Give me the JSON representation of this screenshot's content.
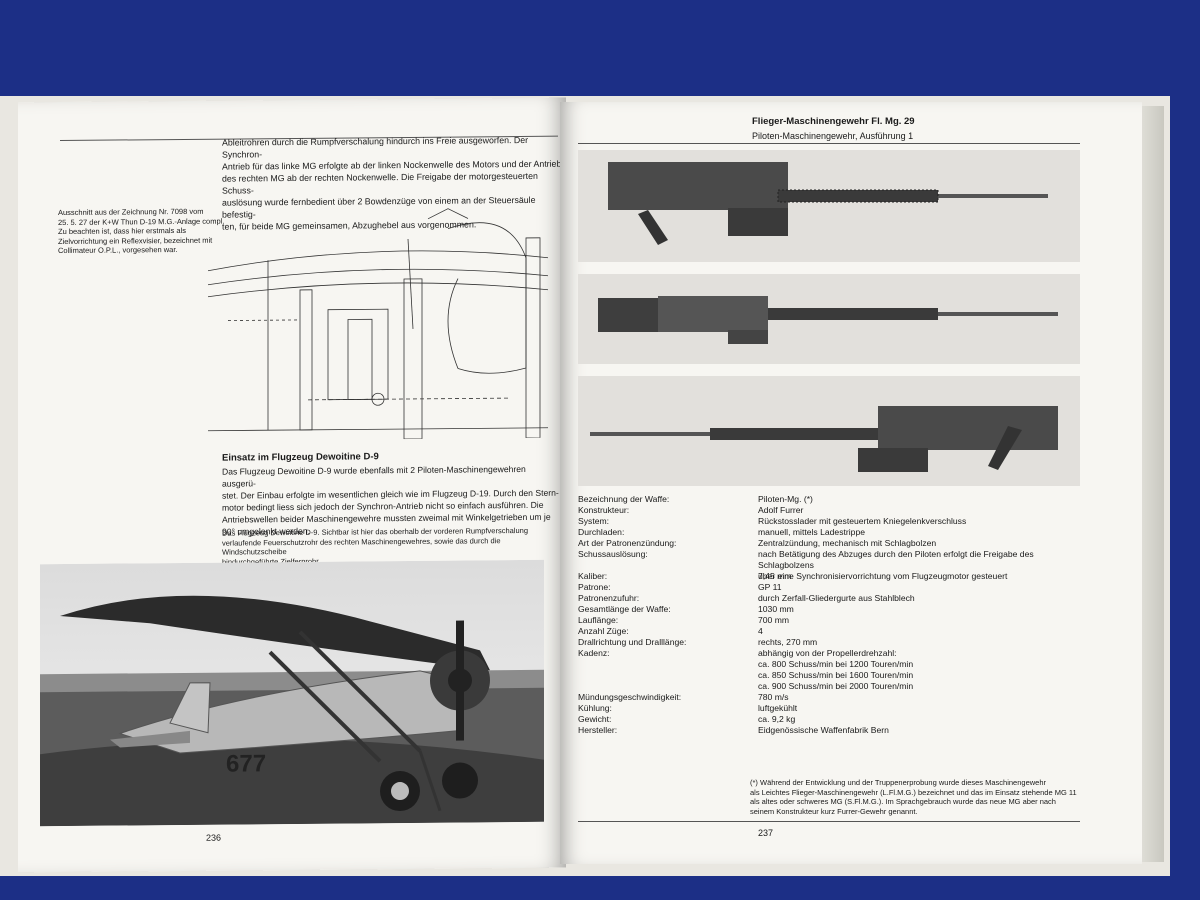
{
  "left_page": {
    "intro_paragraph": "Ableitrohren durch die Rumpfverschalung hindurch ins Freie ausgeworfen. Der Synchron-\nAntrieb für das linke MG erfolgte ab der linken Nockenwelle des Motors und der Antrieb\ndes rechten MG ab der rechten Nockenwelle. Die Freigabe der motorgesteuerten Schuss-\nauslösung wurde fernbedient über 2 Bowdenzüge von einem an der Steuersäule befestig-\nten, für beide MG gemeinsamen, Abzughebel aus vorgenommen.",
    "drawing_caption": "Ausschnitt aus der Zeichnung Nr. 7098 vom\n25. 5. 27 der K+W Thun D-19 M.G.-Anlage compl.\nZu beachten ist, dass hier erstmals als\nZielvorrichtung ein Reflexvisier, bezeichnet mit\nCollimateur O.P.L., vorgesehen war.",
    "section_heading": "Einsatz im Flugzeug Dewoitine D-9",
    "section_paragraph": "Das Flugzeug Dewoitine D-9 wurde ebenfalls mit 2 Piloten-Maschinengewehren ausgerü-\nstet. Der Einbau erfolgte im wesentlichen gleich wie im Flugzeug D-19. Durch den Stern-\nmotor bedingt liess sich jedoch der Synchron-Antrieb nicht so einfach ausführen. Die\nAntriebswellen beider Maschinengewehre mussten zweimal mit Winkelgetrieben um je\n90° umgelenkt werden.",
    "photo_caption": "Das Flugzeug Dewoitine D-9. Sichtbar ist hier das oberhalb der vorderen Rumpfverschalung\nverlaufende Feuerschutzrohr des rechten Maschinengewehres, sowie das durch die Windschutzscheibe\nhindurchgeführte Zielfernrohr.",
    "aircraft_number": "677",
    "page_number": "236"
  },
  "right_page": {
    "title": "Flieger-Maschinengewehr Fl. Mg. 29",
    "subtitle": "Piloten-Maschinengewehr, Ausführung 1",
    "specs": [
      {
        "label": "Bezeichnung der Waffe:",
        "value": "Piloten-Mg. (*)"
      },
      {
        "label": "Konstrukteur:",
        "value": "Adolf Furrer"
      },
      {
        "label": "System:",
        "value": "Rückstosslader mit gesteuertem Kniegelenkverschluss"
      },
      {
        "label": "Durchladen:",
        "value": "manuell, mittels Ladestrippe"
      },
      {
        "label": "Art der Patronenzündung:",
        "value": "Zentralzündung, mechanisch mit Schlagbolzen"
      },
      {
        "label": "Schussauslösung:",
        "value": "nach Betätigung des Abzuges durch den Piloten erfolgt die Freigabe des Schlagbolzens\nüber eine Synchronisiervorrichtung vom Flugzeugmotor gesteuert"
      },
      {
        "label": "Kaliber:",
        "value": "7,45 mm"
      },
      {
        "label": "Patrone:",
        "value": "GP 11"
      },
      {
        "label": "Patronenzufuhr:",
        "value": "durch Zerfall-Gliedergurte aus Stahlblech"
      },
      {
        "label": "Gesamtlänge der Waffe:",
        "value": "1030 mm"
      },
      {
        "label": "Lauflänge:",
        "value": "700 mm"
      },
      {
        "label": "Anzahl Züge:",
        "value": "4"
      },
      {
        "label": "Drallrichtung und Dralllänge:",
        "value": "rechts, 270 mm"
      },
      {
        "label": "Kadenz:",
        "value": "abhängig von der Propellerdrehzahl:\nca. 800 Schuss/min bei 1200 Touren/min\nca. 850 Schuss/min bei 1600 Touren/min\nca. 900 Schuss/min bei 2000 Touren/min"
      },
      {
        "label": "Mündungsgeschwindigkeit:",
        "value": "780 m/s"
      },
      {
        "label": "Kühlung:",
        "value": "luftgekühlt"
      },
      {
        "label": "Gewicht:",
        "value": "ca. 9,2 kg"
      },
      {
        "label": "Hersteller:",
        "value": "Eidgenössische Waffenfabrik Bern"
      }
    ],
    "footnote": "(*) Während der Entwicklung und der Truppenerprobung wurde dieses Maschinengewehr\nals Leichtes Flieger-Maschinengewehr (L.Fl.M.G.) bezeichnet und das im Einsatz stehende MG 11\nals altes oder schweres MG (S.Fl.M.G.). Im Sprachgebrauch wurde das neue MG aber nach\nseinem Konstrukteur kurz Furrer-Gewehr genannt.",
    "page_number": "237"
  }
}
